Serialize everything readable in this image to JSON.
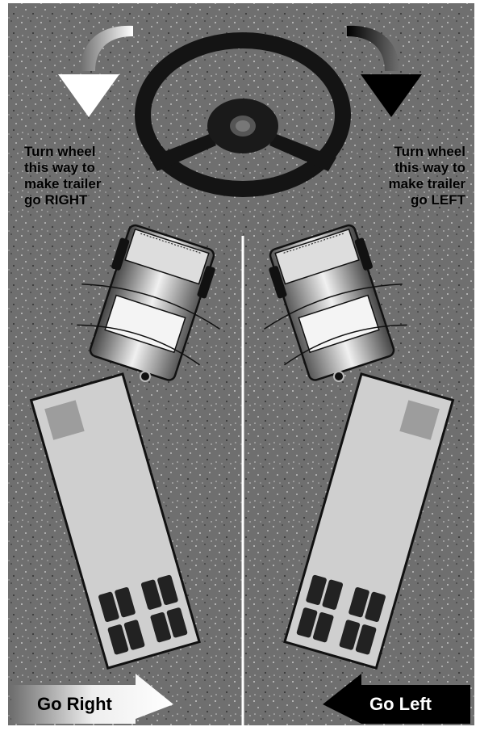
{
  "instructions": {
    "right": {
      "line1": "Turn wheel",
      "line2": "this way to",
      "line3": "make trailer",
      "line4": "go RIGHT"
    },
    "left": {
      "line1": "Turn wheel",
      "line2": "this way to",
      "line3": "make trailer",
      "line4": "go LEFT"
    }
  },
  "arrows": {
    "go_right": "Go Right",
    "go_left": "Go Left"
  },
  "colors": {
    "background": "#6f6f6f",
    "speckle_light": "#c8c8c8",
    "speckle_dark": "#2a2a2a",
    "trailer": "#cfcfcf",
    "wheel": "#141414",
    "divider": "#ffffff"
  },
  "icons": [
    "steering-wheel-icon",
    "curved-arrow-left-icon",
    "curved-arrow-right-icon",
    "truck-icon"
  ]
}
